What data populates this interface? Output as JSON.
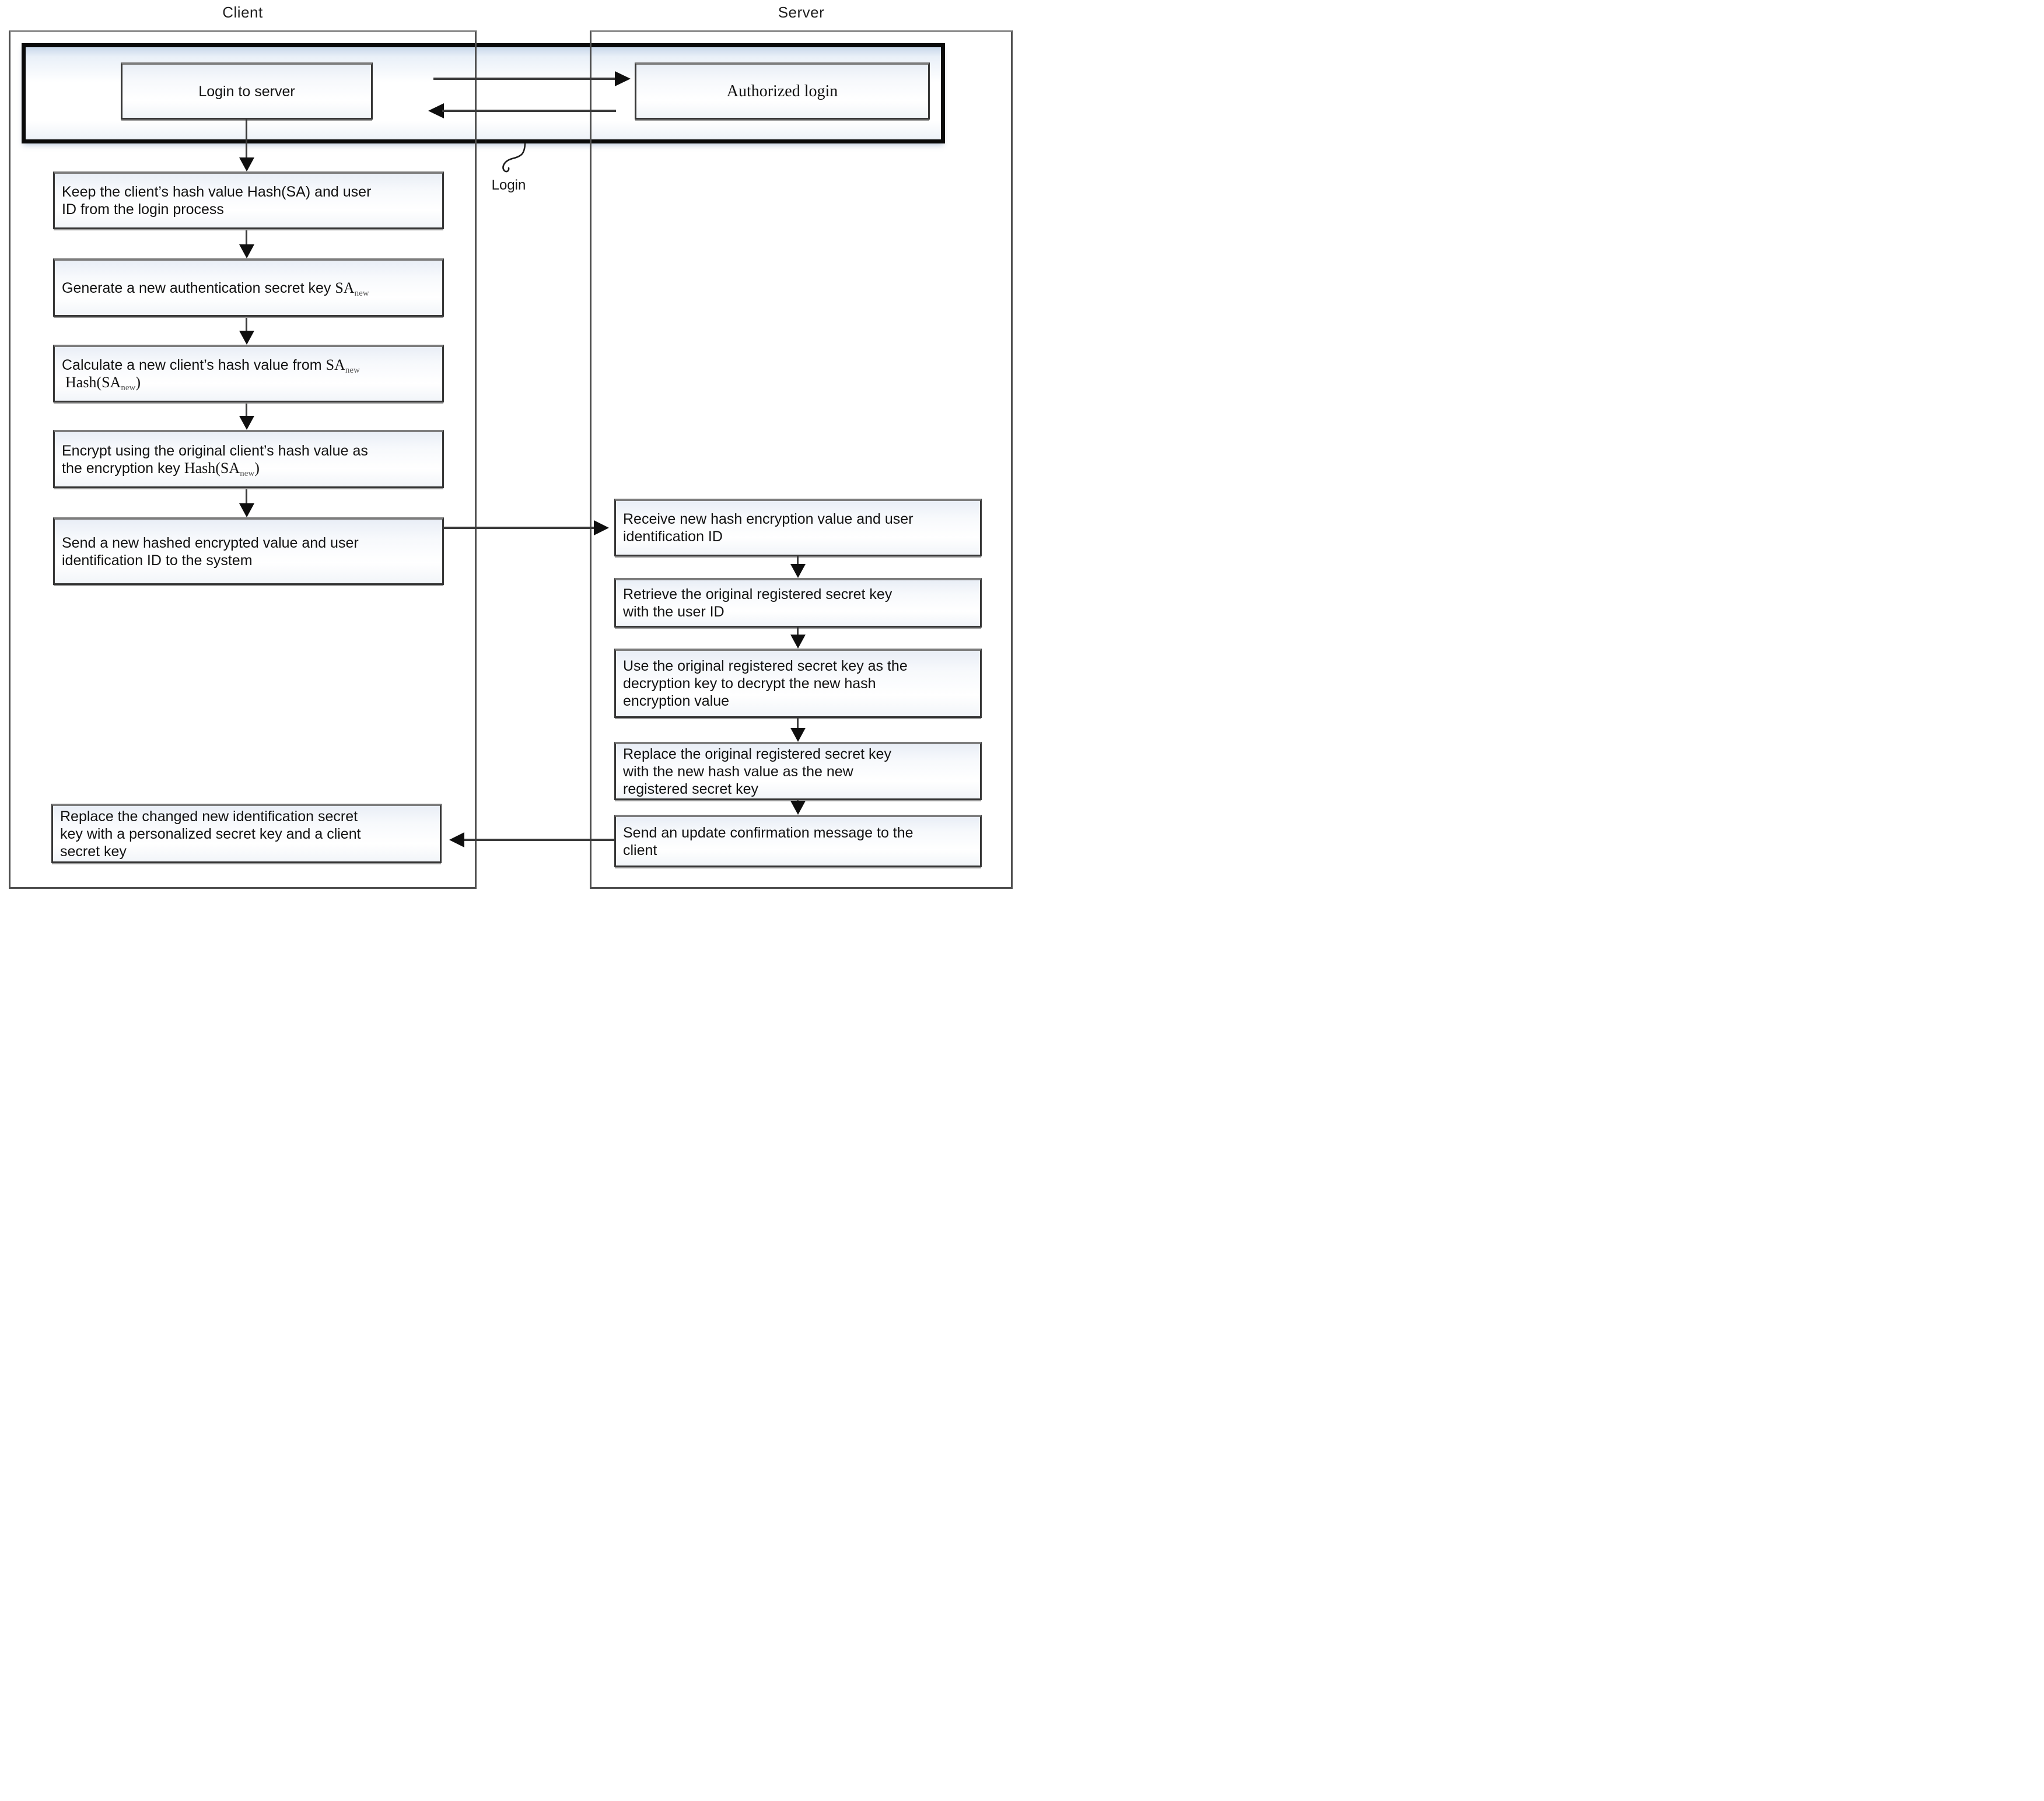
{
  "diagram": {
    "client_title": "Client",
    "server_title": "Server",
    "login_label": "Login",
    "login_band": {
      "client_box": "Login to server",
      "server_box": "Authorized login"
    },
    "client_steps": {
      "keep_hash": {
        "l1": "Keep the client’s hash value Hash(SA) and user",
        "l2": "ID from the login process"
      },
      "generate_key": {
        "l1_pre": "Generate a new authentication secret key ",
        "l1_formula": "SA",
        "l1_sub": "new"
      },
      "calculate_hash": {
        "l1_pre": "Calculate a new client’s hash value from ",
        "l1_formula": "SA",
        "l1_sub": "new",
        "l2_formula": "Hash(SA",
        "l2_sub": "new",
        "l2_close": ")"
      },
      "encrypt": {
        "l1": "Encrypt using the original client’s hash value as",
        "l2_pre": "the encryption key ",
        "l2_formula": "Hash(SA",
        "l2_sub": "new",
        "l2_close": ")"
      },
      "send_value": {
        "l1": "Send a new hashed encrypted value and user",
        "l2": "identification ID to the system"
      },
      "replace_key": {
        "l1": "Replace the changed new identification secret",
        "l2": "key with a personalized secret key and a client",
        "l3": "secret key"
      }
    },
    "server_steps": {
      "receive": {
        "l1": "Receive new hash encryption value and user",
        "l2": "identification ID"
      },
      "retrieve": {
        "l1": "Retrieve the original registered secret key",
        "l2": "with the user ID"
      },
      "use_key": {
        "l1": "Use the original registered secret key as the",
        "l2": "decryption key to decrypt the new hash",
        "l3": "encryption value"
      },
      "replace_registered": {
        "l1": "Replace the original registered secret key",
        "l2": "with the new hash value as the new",
        "l3": "registered secret key"
      },
      "confirm": {
        "l1": "Send an update confirmation message to the",
        "l2": "client"
      }
    },
    "colors": {
      "band_border": "#0a0a0a",
      "box_border": "#373737",
      "box_fill_top": "#e9eef6",
      "box_fill_bottom": "#f2f5f9",
      "line": "#3a3a3a",
      "text": "#121212"
    }
  }
}
